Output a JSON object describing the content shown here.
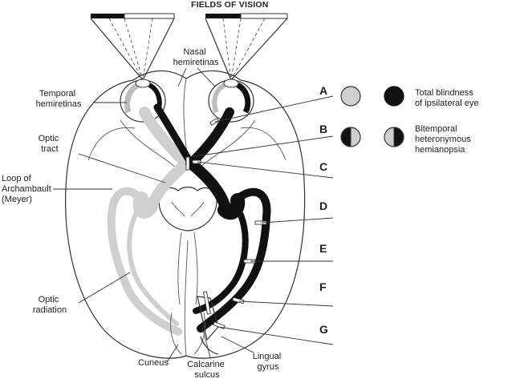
{
  "title": "FIELDS OF VISION",
  "labels": {
    "nasal_hemiretinas": [
      "Nasal",
      "hemiretinas"
    ],
    "temporal_hemiretinas": [
      "Temporal",
      "hemiretinas"
    ],
    "optic_tract": [
      "Optic",
      "tract"
    ],
    "loop_of_archambault": [
      "Loop of",
      "Archambault",
      "(Meyer)"
    ],
    "optic_radiation": [
      "Optic",
      "radiation"
    ],
    "cuneus": "Cuneus",
    "calcarine_sulcus": [
      "Calcarine",
      "sulcus"
    ],
    "lingual_gyrus": [
      "Lingual",
      "gyrus"
    ]
  },
  "lesions": [
    {
      "letter": "A"
    },
    {
      "letter": "B"
    },
    {
      "letter": "C"
    },
    {
      "letter": "D"
    },
    {
      "letter": "E"
    },
    {
      "letter": "F"
    },
    {
      "letter": "G"
    }
  ],
  "legend": {
    "total_blindness": [
      "Total blindness",
      "of ipsilateral eye"
    ],
    "bitemporal": [
      "Bitemporal",
      "heteronymous",
      "hemianopsia"
    ]
  }
}
